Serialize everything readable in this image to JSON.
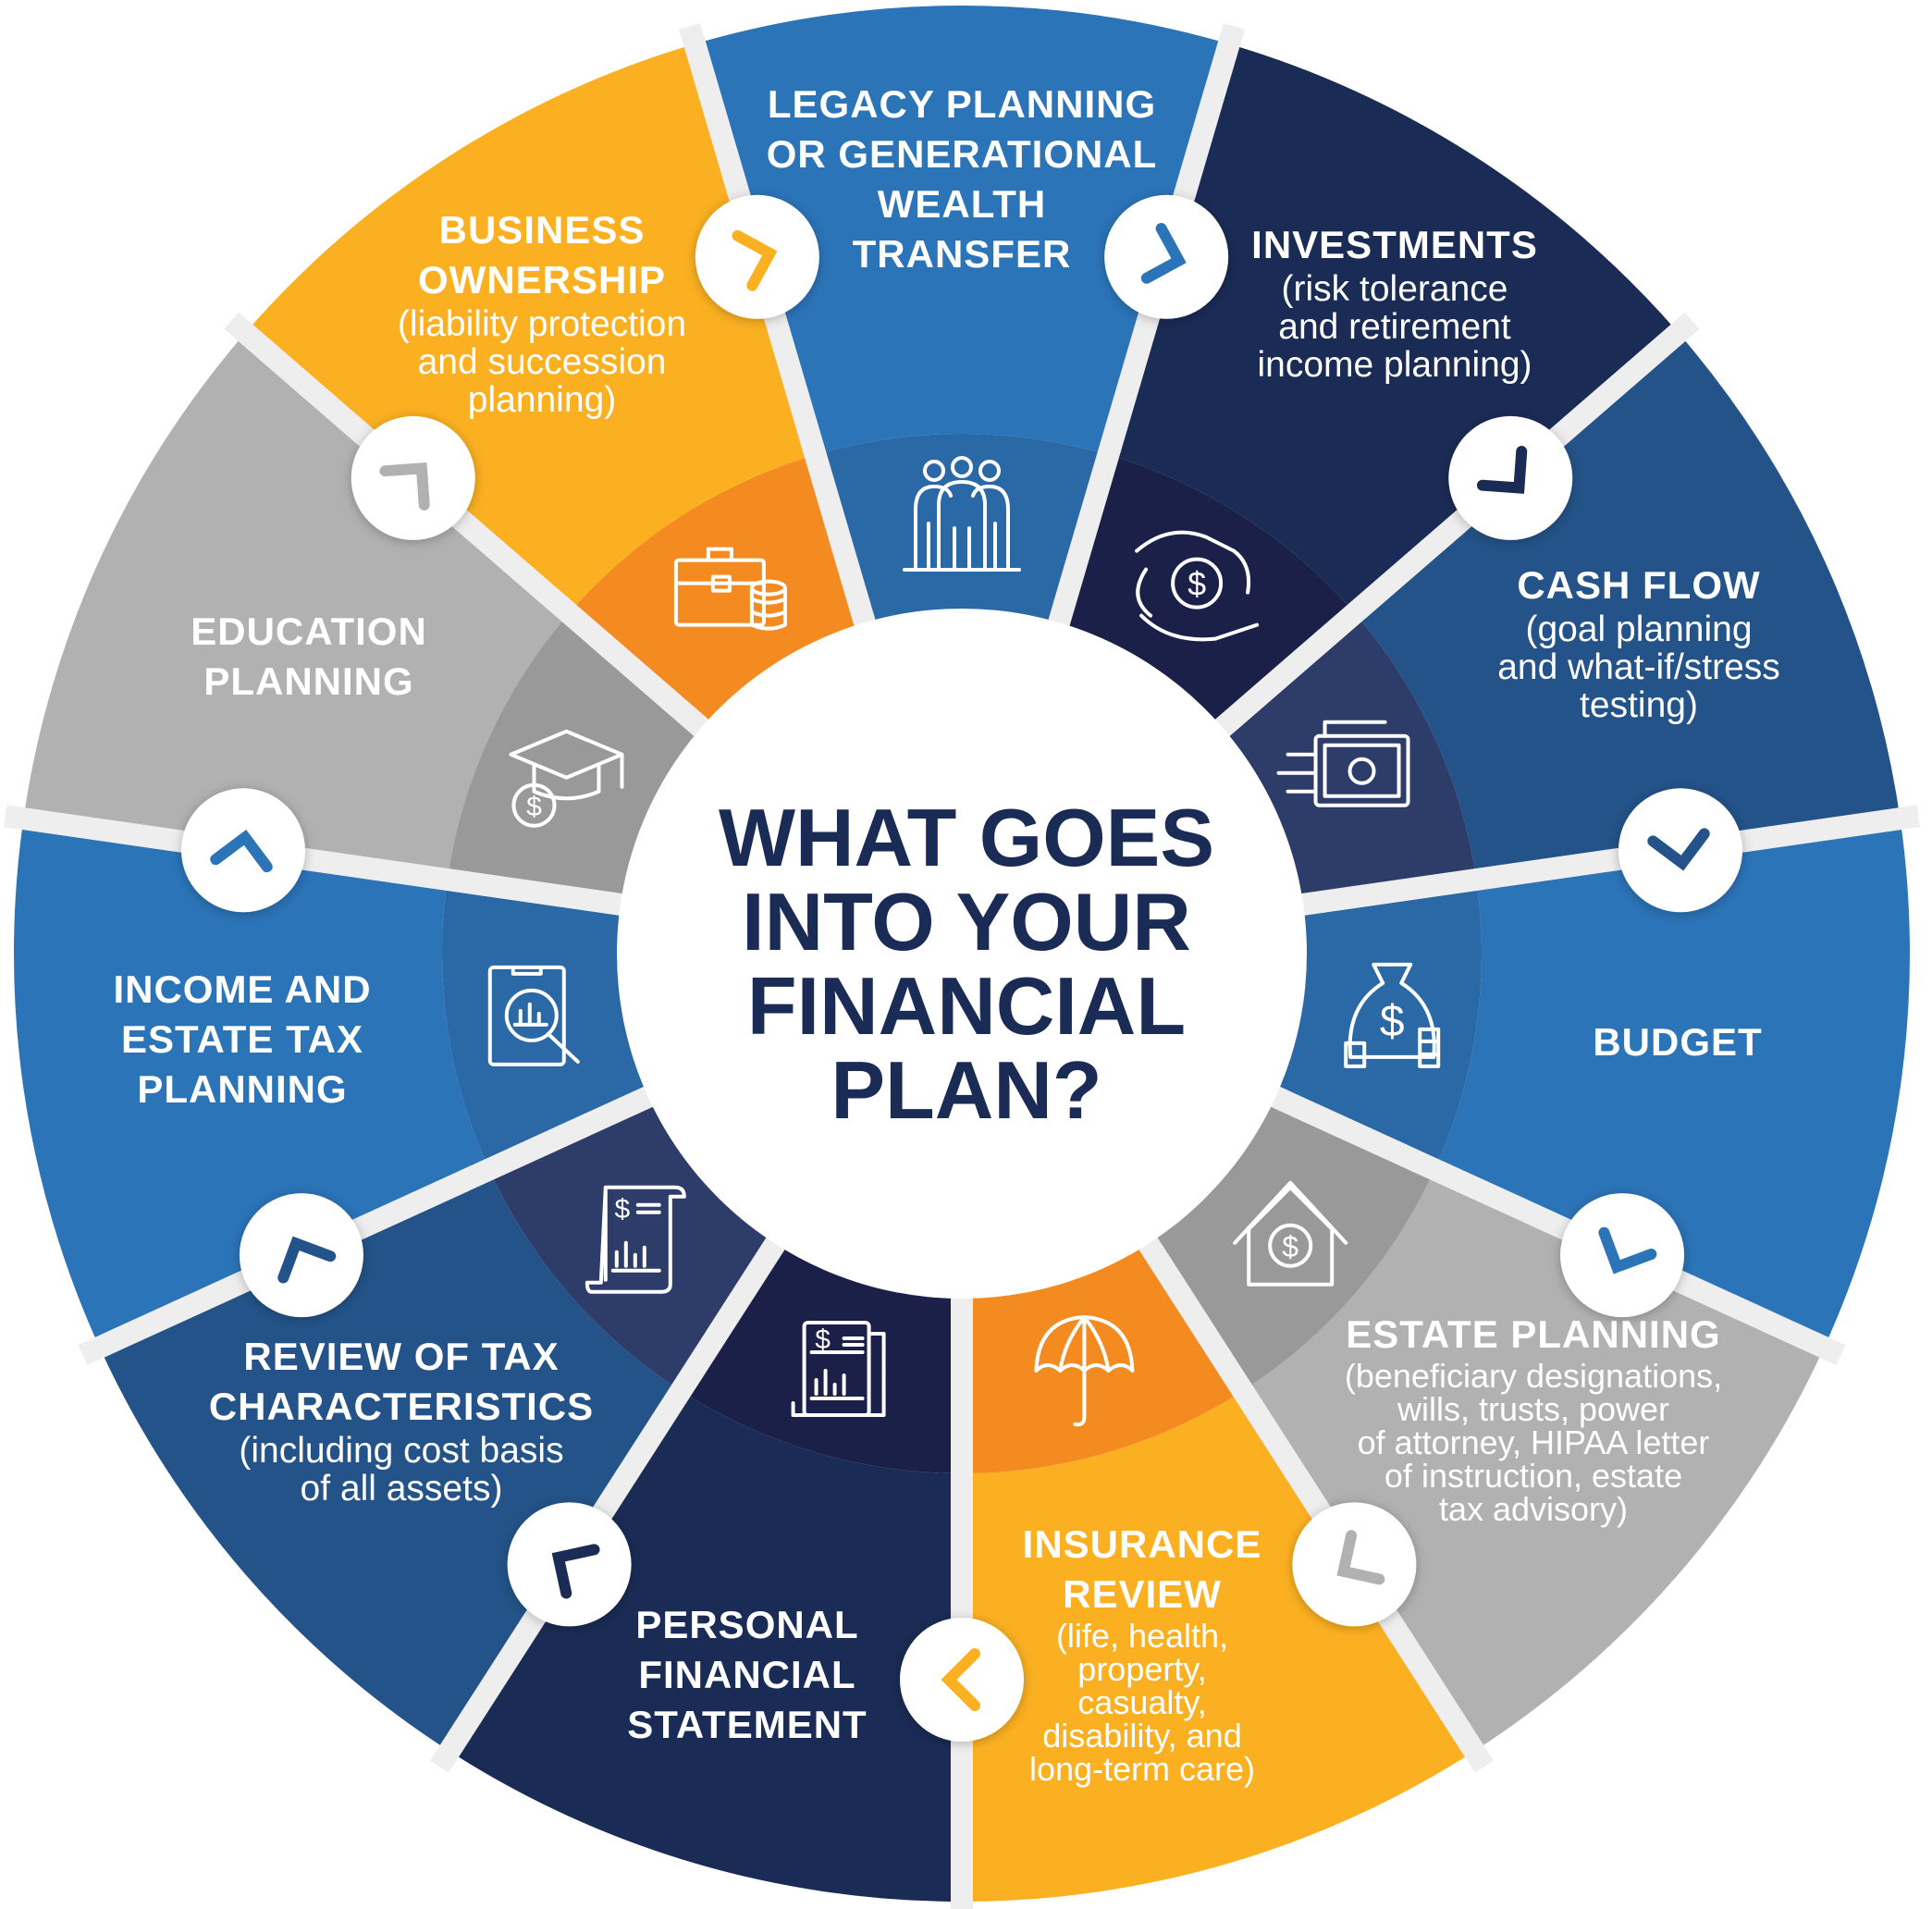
{
  "center_title": [
    "WHAT GOES",
    "INTO YOUR",
    "FINANCIAL",
    "PLAN?"
  ],
  "segments": [
    {
      "id": "legacy",
      "title": [
        "LEGACY PLANNING",
        "OR GENERATIONAL",
        "WEALTH",
        "TRANSFER"
      ],
      "subtitle": [],
      "icon": "people-icon",
      "outer": "#2b74b8",
      "inner": "#2a68a6",
      "chevron": "#2b74b8"
    },
    {
      "id": "investments",
      "title": [
        "INVESTMENTS"
      ],
      "subtitle": [
        "(risk tolerance",
        "and retirement",
        "income planning)"
      ],
      "icon": "hand-dollar-icon",
      "outer": "#1a2b55",
      "inner": "#1a2047",
      "chevron": "#1a2b55"
    },
    {
      "id": "cash-flow",
      "title": [
        "CASH FLOW"
      ],
      "subtitle": [
        "(goal planning",
        "and what-if/stress",
        "testing)"
      ],
      "icon": "cash-icon",
      "outer": "#245389",
      "inner": "#2e3c69",
      "chevron": "#245389"
    },
    {
      "id": "budget",
      "title": [
        "BUDGET"
      ],
      "subtitle": [],
      "icon": "money-bag-icon",
      "outer": "#2b74b8",
      "inner": "#2a68a6",
      "chevron": "#2b74b8"
    },
    {
      "id": "estate-planning",
      "title": [
        "ESTATE PLANNING"
      ],
      "subtitle": [
        "(beneficiary designations,",
        "wills, trusts, power",
        "of attorney, HIPAA letter",
        "of instruction, estate",
        "tax advisory)"
      ],
      "icon": "house-dollar-icon",
      "outer": "#b1b1b1",
      "inner": "#999999",
      "chevron": "#b1b1b1"
    },
    {
      "id": "insurance-review",
      "title": [
        "INSURANCE",
        "REVIEW"
      ],
      "subtitle": [
        "(life, health,",
        "property,",
        "casualty,",
        "disability, and",
        "long-term care)"
      ],
      "icon": "umbrella-icon",
      "outer": "#fbb021",
      "inner": "#f48b21",
      "chevron": "#fbb021"
    },
    {
      "id": "personal-financial-statement",
      "title": [
        "PERSONAL",
        "FINANCIAL",
        "STATEMENT"
      ],
      "subtitle": [],
      "icon": "financial-document-icon",
      "outer": "#1a2b55",
      "inner": "#1a2047",
      "chevron": "#1a2b55"
    },
    {
      "id": "review-of-tax",
      "title": [
        "REVIEW OF TAX",
        "CHARACTERISTICS"
      ],
      "subtitle": [
        "(including cost basis",
        "of all assets)"
      ],
      "icon": "scroll-report-icon",
      "outer": "#245389",
      "inner": "#2e3c69",
      "chevron": "#245389"
    },
    {
      "id": "income-estate-tax",
      "title": [
        "INCOME AND",
        "ESTATE TAX",
        "PLANNING"
      ],
      "subtitle": [],
      "icon": "magnifier-report-icon",
      "outer": "#2b74b8",
      "inner": "#2a68a6",
      "chevron": "#2b74b8"
    },
    {
      "id": "education-planning",
      "title": [
        "EDUCATION",
        "PLANNING"
      ],
      "subtitle": [],
      "icon": "graduation-cap-dollar-icon",
      "outer": "#b1b1b1",
      "inner": "#999999",
      "chevron": "#b1b1b1"
    },
    {
      "id": "business-ownership",
      "title": [
        "BUSINESS",
        "OWNERSHIP"
      ],
      "subtitle": [
        "(liability protection",
        "and succession",
        "planning)"
      ],
      "icon": "briefcase-coins-icon",
      "outer": "#fbb021",
      "inner": "#f48b21",
      "chevron": "#fbb021"
    }
  ]
}
